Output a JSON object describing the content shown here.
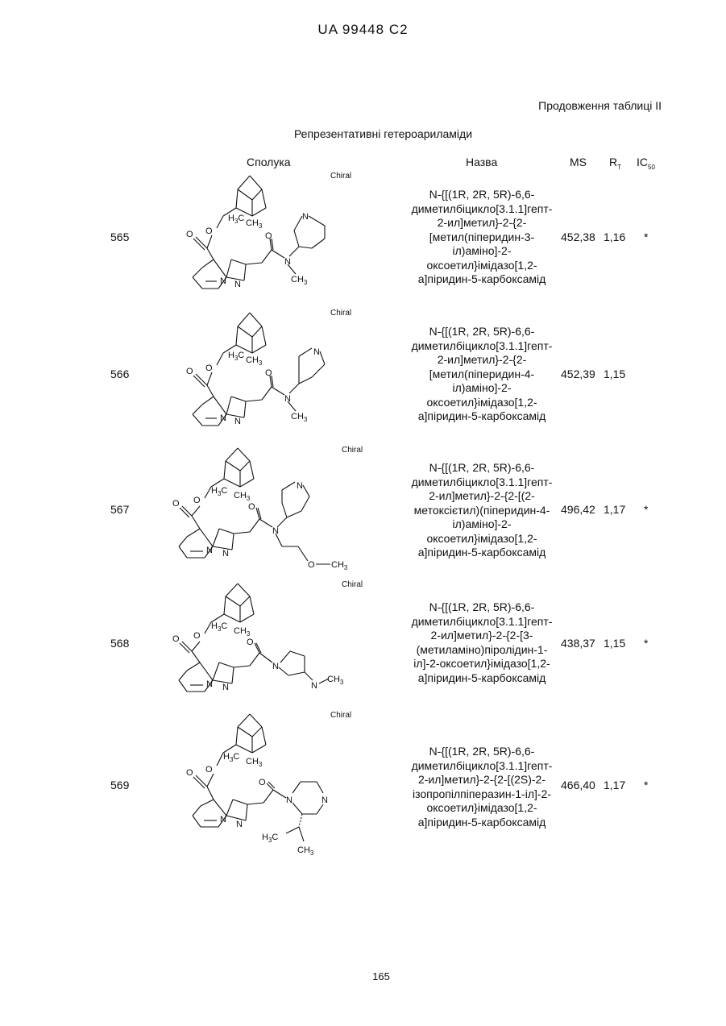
{
  "document": {
    "patent_id": "UA   99448   C2",
    "continued": "Продовження таблиці II",
    "table_title": "Репрезентативні гетероариламіди",
    "page_number": "165"
  },
  "table": {
    "headers": {
      "compound": "Сполука",
      "name": "Назва",
      "ms": "MS",
      "rt": "R",
      "rt_sub": "T",
      "ic50": "IC",
      "ic50_sub": "50"
    },
    "rows": [
      {
        "number": "565",
        "chiral": "Chiral",
        "name_lines": [
          "N-{[(1R, 2R, 5R)-6,6-",
          "диметилбіцикло[3.1.1]гепт-",
          "2-ил]метил}-2-{2-",
          "[метил(піперидин-3-",
          "іл)аміно]-2-",
          "оксоетил}імідазо[1,2-",
          "а]піридин-5-карбоксамід"
        ],
        "ms": "452,38",
        "rt": "1,16",
        "ic50": "*"
      },
      {
        "number": "566",
        "chiral": "Chiral",
        "name_lines": [
          "N-{[(1R, 2R, 5R)-6,6-",
          "диметилбіцикло[3.1.1]гепт-",
          "2-ил]метил}-2-{2-",
          "[метил(піперидин-4-",
          "іл)аміно]-2-",
          "оксоетил}імідазо[1,2-",
          "а]піридин-5-карбоксамід"
        ],
        "ms": "452,39",
        "rt": "1,15",
        "ic50": ""
      },
      {
        "number": "567",
        "chiral": "Chiral",
        "name_lines": [
          "N-{[(1R, 2R, 5R)-6,6-",
          "диметилбіцикло[3.1.1]гепт-",
          "2-ил]метил}-2-{2-[(2-",
          "метоксієтил)(піперидин-4-",
          "іл)аміно]-2-",
          "оксоетил}імідазо[1,2-",
          "а]піридин-5-карбоксамід"
        ],
        "ms": "496,42",
        "rt": "1,17",
        "ic50": "*"
      },
      {
        "number": "568",
        "chiral": "Chiral",
        "name_lines": [
          "N-{[(1R, 2R, 5R)-6,6-",
          "диметилбіцикло[3.1.1]гепт-",
          "2-ил]метил}-2-{2-[3-",
          "(метиламіно)піролідин-1-",
          "іл]-2-оксоетил}імідазо[1,2-",
          "а]піридин-5-карбоксамід"
        ],
        "ms": "438,37",
        "rt": "1,15",
        "ic50": "*"
      },
      {
        "number": "569",
        "chiral": "Chiral",
        "name_lines": [
          "N-{[(1R, 2R, 5R)-6,6-",
          "диметилбіцикло[3.1.1]гепт-",
          "2-ил]метил}-2-{2-[(2S)-2-",
          "ізопропілпіперазин-1-іл]-2-",
          "оксоетил}імідазо[1,2-",
          "а]піридин-5-карбоксамід"
        ],
        "ms": "466,40",
        "rt": "1,17",
        "ic50": "*"
      }
    ]
  },
  "structure_labels": {
    "O": "O",
    "N": "N",
    "H": "H",
    "C": "C",
    "three": "3"
  }
}
